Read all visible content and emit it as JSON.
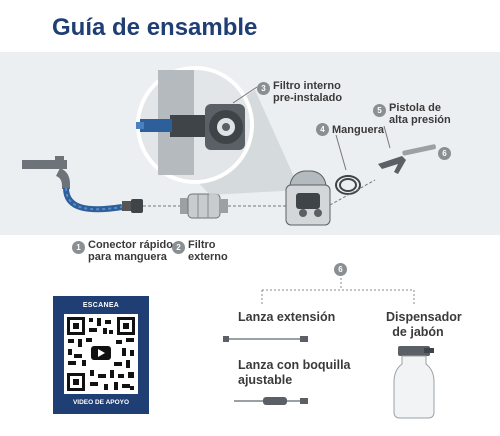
{
  "title": "Guía de ensamble",
  "steps": [
    {
      "number": "1",
      "label_line1": "Conector rápido",
      "label_line2": "para manguera"
    },
    {
      "number": "2",
      "label_line1": "Filtro",
      "label_line2": "externo"
    },
    {
      "number": "3",
      "label_line1": "Filtro interno",
      "label_line2": "pre-instalado"
    },
    {
      "number": "4",
      "label_line1": "Manguera",
      "label_line2": ""
    },
    {
      "number": "5",
      "label_line1": "Pistola de",
      "label_line2": "alta presión"
    },
    {
      "number": "6",
      "label_line1": "",
      "label_line2": ""
    }
  ],
  "accessories": {
    "number": "6",
    "items": [
      {
        "line1": "Lanza extensión",
        "line2": ""
      },
      {
        "line1": "Lanza con boquilla",
        "line2": "ajustable"
      },
      {
        "line1": "Dispensador",
        "line2": "de jabón"
      }
    ]
  },
  "qr": {
    "top_text": "ESCANEA",
    "bottom_text": "VIDEO DE APOYO"
  },
  "colors": {
    "title": "#1f3e74",
    "qr_box": "#1f3e74",
    "band": "#eceff1",
    "hose_blue": "#2d5f9a",
    "badge": "#8a8f93"
  }
}
